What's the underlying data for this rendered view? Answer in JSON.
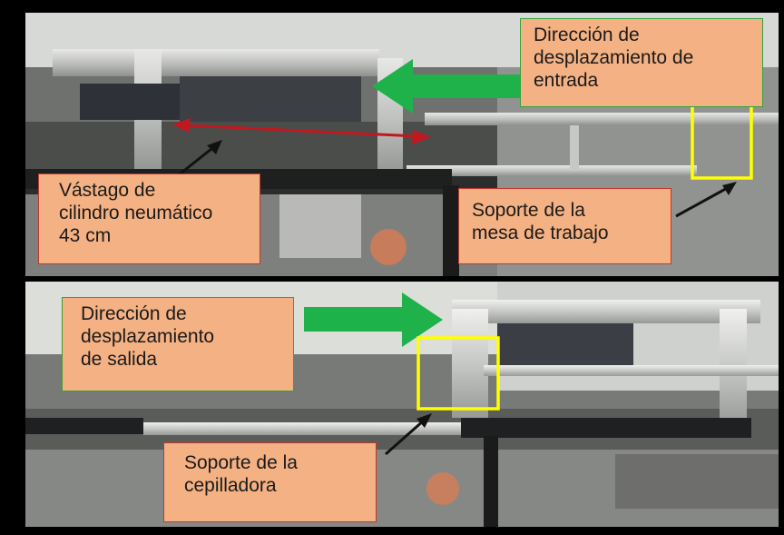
{
  "callouts": {
    "entrada": {
      "lines": [
        "Dirección de",
        "desplazamiento de",
        "entrada"
      ],
      "border_color": "#33a33a"
    },
    "vastago": {
      "lines": [
        "Vástago de",
        "cilindro neumático",
        "43 cm"
      ],
      "border_color": "#c0392b"
    },
    "mesa": {
      "lines": [
        "Soporte de la",
        "mesa de trabajo"
      ],
      "border_color": "#c0392b"
    },
    "salida": {
      "lines": [
        "Dirección de",
        "desplazamiento",
        "de salida"
      ],
      "border_color": "#33a33a"
    },
    "cepilladora": {
      "lines": [
        "Soporte de la",
        "cepilladora"
      ],
      "border_color": "#c0392b"
    }
  },
  "colors": {
    "callout_fill": "#f4b183",
    "arrow_green": "#1fb24a",
    "arrow_red": "#c0181f",
    "highlight_yellow": "#ffff00",
    "frame": "#000000"
  },
  "icons": {
    "entrada_arrow": "arrow-left-icon",
    "salida_arrow": "arrow-right-icon",
    "stroke_arrow": "double-arrow-icon"
  }
}
